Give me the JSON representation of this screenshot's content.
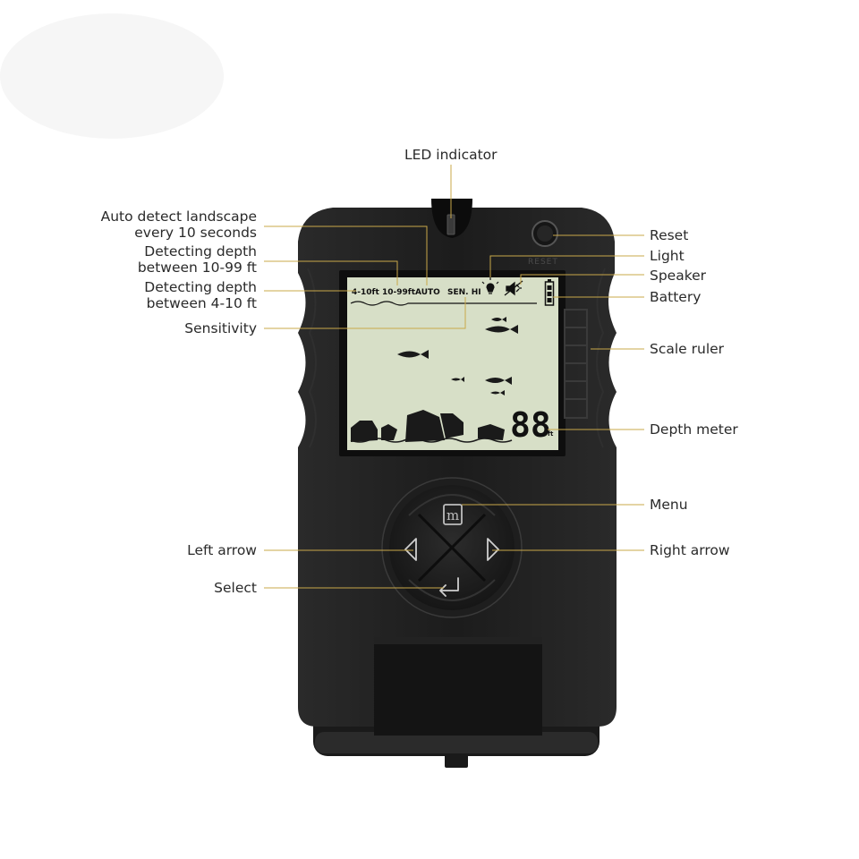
{
  "labels": {
    "led_indicator": "LED indicator",
    "auto_detect": [
      "Auto detect landscape",
      "every 10 seconds"
    ],
    "depth_10_99": [
      "Detecting depth",
      "between 10-99 ft"
    ],
    "depth_4_10": [
      "Detecting depth",
      "between 4-10 ft"
    ],
    "sensitivity": "Sensitivity",
    "reset": "Reset",
    "light": "Light",
    "speaker": "Speaker",
    "battery": "Battery",
    "scale_ruler": "Scale ruler",
    "depth_meter": "Depth meter",
    "menu": "Menu",
    "left_arrow": "Left arrow",
    "right_arrow": "Right arrow",
    "select": "Select"
  },
  "device": {
    "reset_engraving": "RESET",
    "lcd": {
      "range_4_10": "4-10ft",
      "range_10_99": "10-99ft",
      "auto": "AUTO",
      "sensitivity": "SEN. HI",
      "depth_digits": "88",
      "depth_unit": "ft"
    },
    "menu_key_glyph": "m"
  },
  "colors": {
    "body": "#1b1b1b",
    "lcd_background": "#d7dfc7",
    "leader_line": "#c9a84a"
  }
}
